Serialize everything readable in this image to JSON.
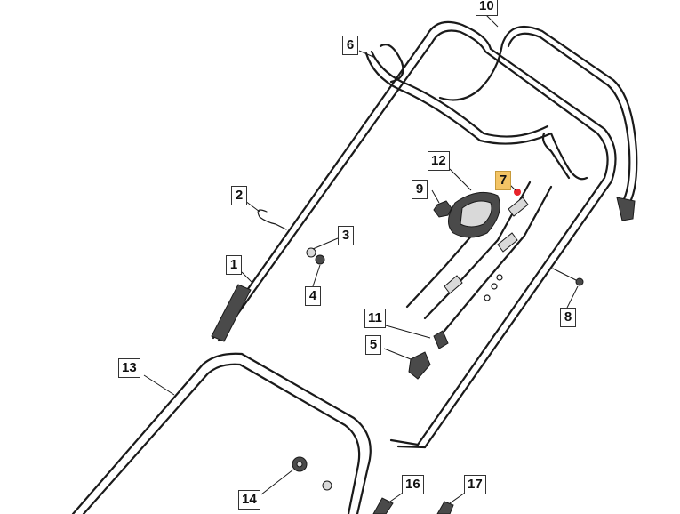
{
  "callouts": [
    {
      "id": "c1",
      "text": "1"
    },
    {
      "id": "c2",
      "text": "2"
    },
    {
      "id": "c3",
      "text": "3"
    },
    {
      "id": "c4",
      "text": "4"
    },
    {
      "id": "c5",
      "text": "5"
    },
    {
      "id": "c6",
      "text": "6"
    },
    {
      "id": "c7",
      "text": "7",
      "highlighted": true
    },
    {
      "id": "c8",
      "text": "8"
    },
    {
      "id": "c9",
      "text": "9"
    },
    {
      "id": "c10",
      "text": "10"
    },
    {
      "id": "c11",
      "text": "11"
    },
    {
      "id": "c12",
      "text": "12"
    },
    {
      "id": "c13",
      "text": "13"
    },
    {
      "id": "c14",
      "text": "14"
    },
    {
      "id": "c15",
      "text": "16"
    },
    {
      "id": "c16",
      "text": "17"
    }
  ],
  "colors": {
    "highlight_fill": "#f3c465",
    "marker_dot": "#e8232a",
    "line": "#1a1a1a"
  }
}
